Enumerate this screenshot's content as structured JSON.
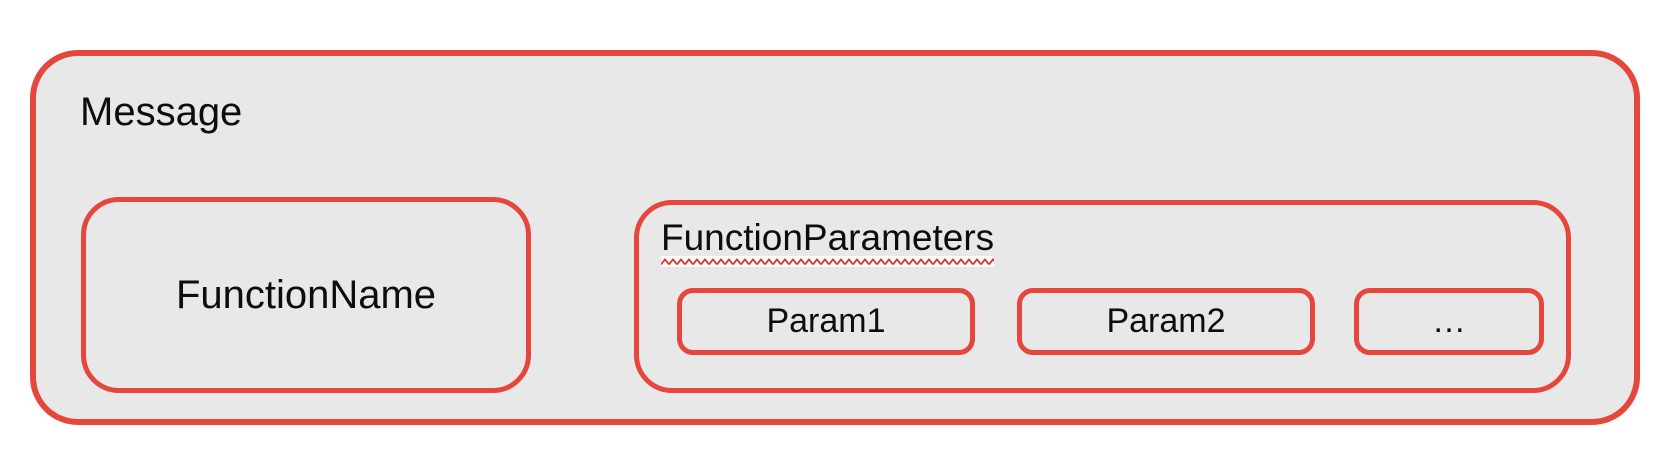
{
  "message": {
    "label": "Message",
    "function_name": {
      "label": "FunctionName"
    },
    "function_parameters": {
      "label": "FunctionParameters",
      "params": [
        {
          "label": "Param1"
        },
        {
          "label": "Param2"
        },
        {
          "label": "…"
        }
      ]
    }
  },
  "colors": {
    "border_red": "#e5473c",
    "box_fill_gray": "#e8e8e8",
    "squiggle_red": "#e03227",
    "squiggle_band_white": "#ffffff",
    "text_black": "#0d0d0d",
    "page_background": "#ffffff"
  }
}
